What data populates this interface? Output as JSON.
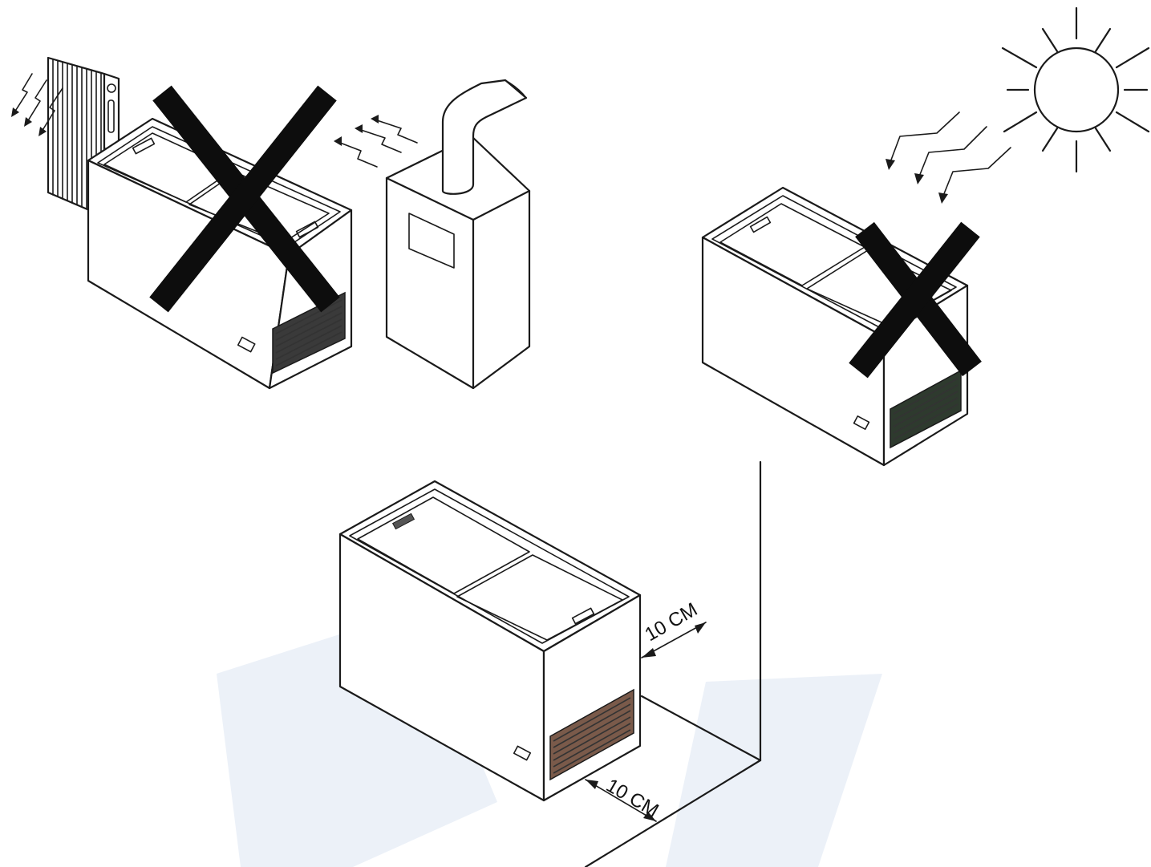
{
  "panels": {
    "heat_sources": {
      "status": "prohibited"
    },
    "sunlight": {
      "status": "prohibited"
    },
    "clearance": {
      "status": "recommended",
      "side_clearance_label": "10 CM",
      "back_clearance_label": "10 CM"
    }
  },
  "colors": {
    "line": "#1a1a1a",
    "cross": "#0d0d0d",
    "watermark": "#dde6f3"
  }
}
